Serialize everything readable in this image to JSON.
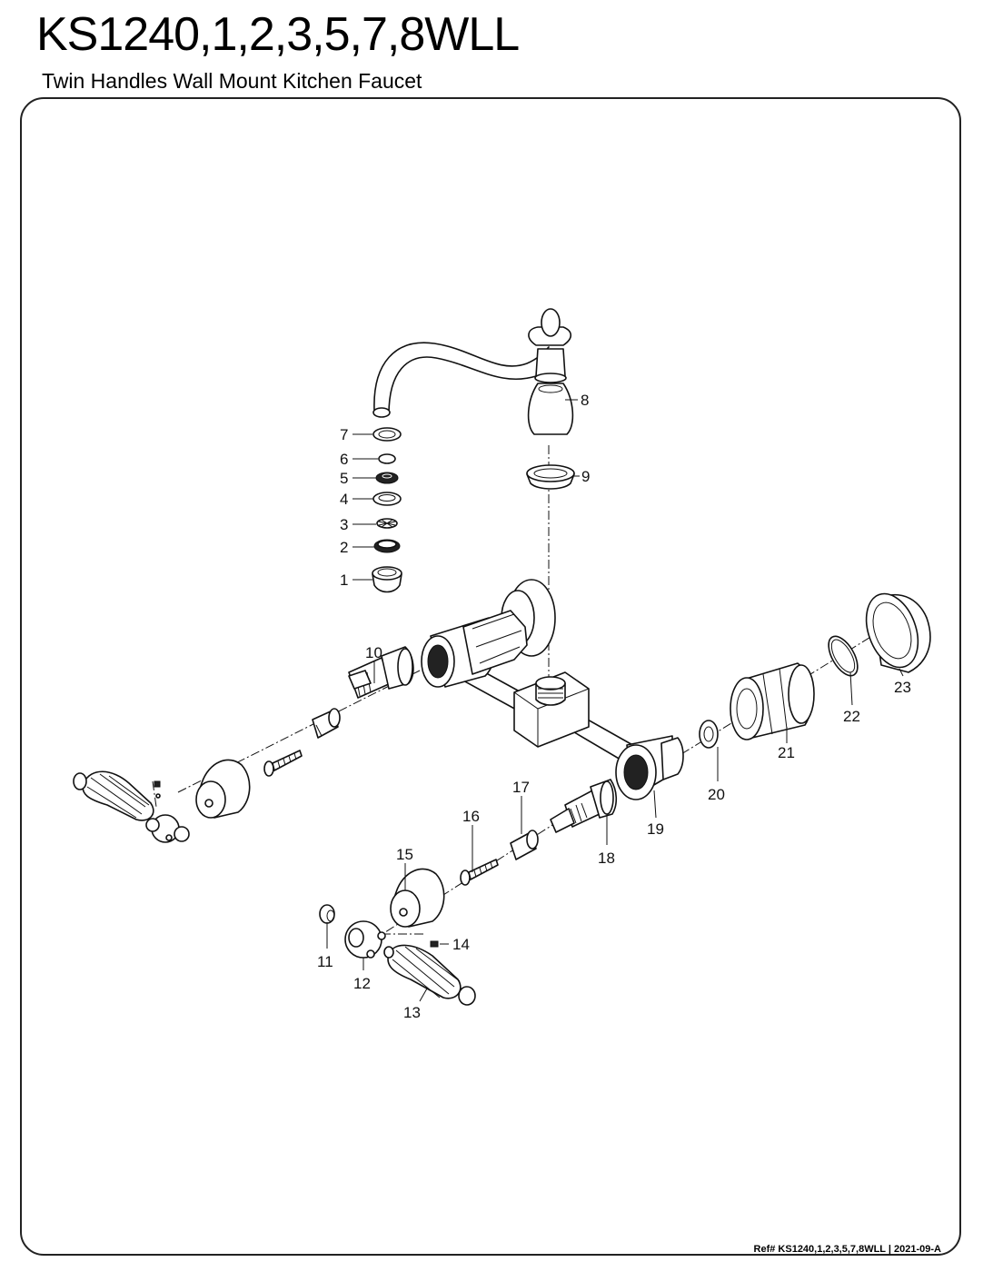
{
  "header": {
    "model": "KS1240,1,2,3,5,7,8WLL",
    "subtitle": "Twin Handles Wall Mount  Kitchen Faucet"
  },
  "parts": [
    {
      "id": "part-1",
      "label": "1"
    },
    {
      "id": "part-2",
      "label": "2"
    },
    {
      "id": "part-3",
      "label": "3"
    },
    {
      "id": "part-4",
      "label": "4"
    },
    {
      "id": "part-5",
      "label": "5"
    },
    {
      "id": "part-6",
      "label": "6"
    },
    {
      "id": "part-7",
      "label": "7"
    },
    {
      "id": "part-8",
      "label": "8"
    },
    {
      "id": "part-9",
      "label": "9"
    },
    {
      "id": "part-10",
      "label": "10"
    },
    {
      "id": "part-11",
      "label": "11"
    },
    {
      "id": "part-12",
      "label": "12"
    },
    {
      "id": "part-13",
      "label": "13"
    },
    {
      "id": "part-14",
      "label": "14"
    },
    {
      "id": "part-15",
      "label": "15"
    },
    {
      "id": "part-16",
      "label": "16"
    },
    {
      "id": "part-17",
      "label": "17"
    },
    {
      "id": "part-18",
      "label": "18"
    },
    {
      "id": "part-19",
      "label": "19"
    },
    {
      "id": "part-20",
      "label": "20"
    },
    {
      "id": "part-21",
      "label": "21"
    },
    {
      "id": "part-22",
      "label": "22"
    },
    {
      "id": "part-23",
      "label": "23"
    }
  ],
  "footer": {
    "reference": "Ref# KS1240,1,2,3,5,7,8WLL | 2021-09-A"
  }
}
